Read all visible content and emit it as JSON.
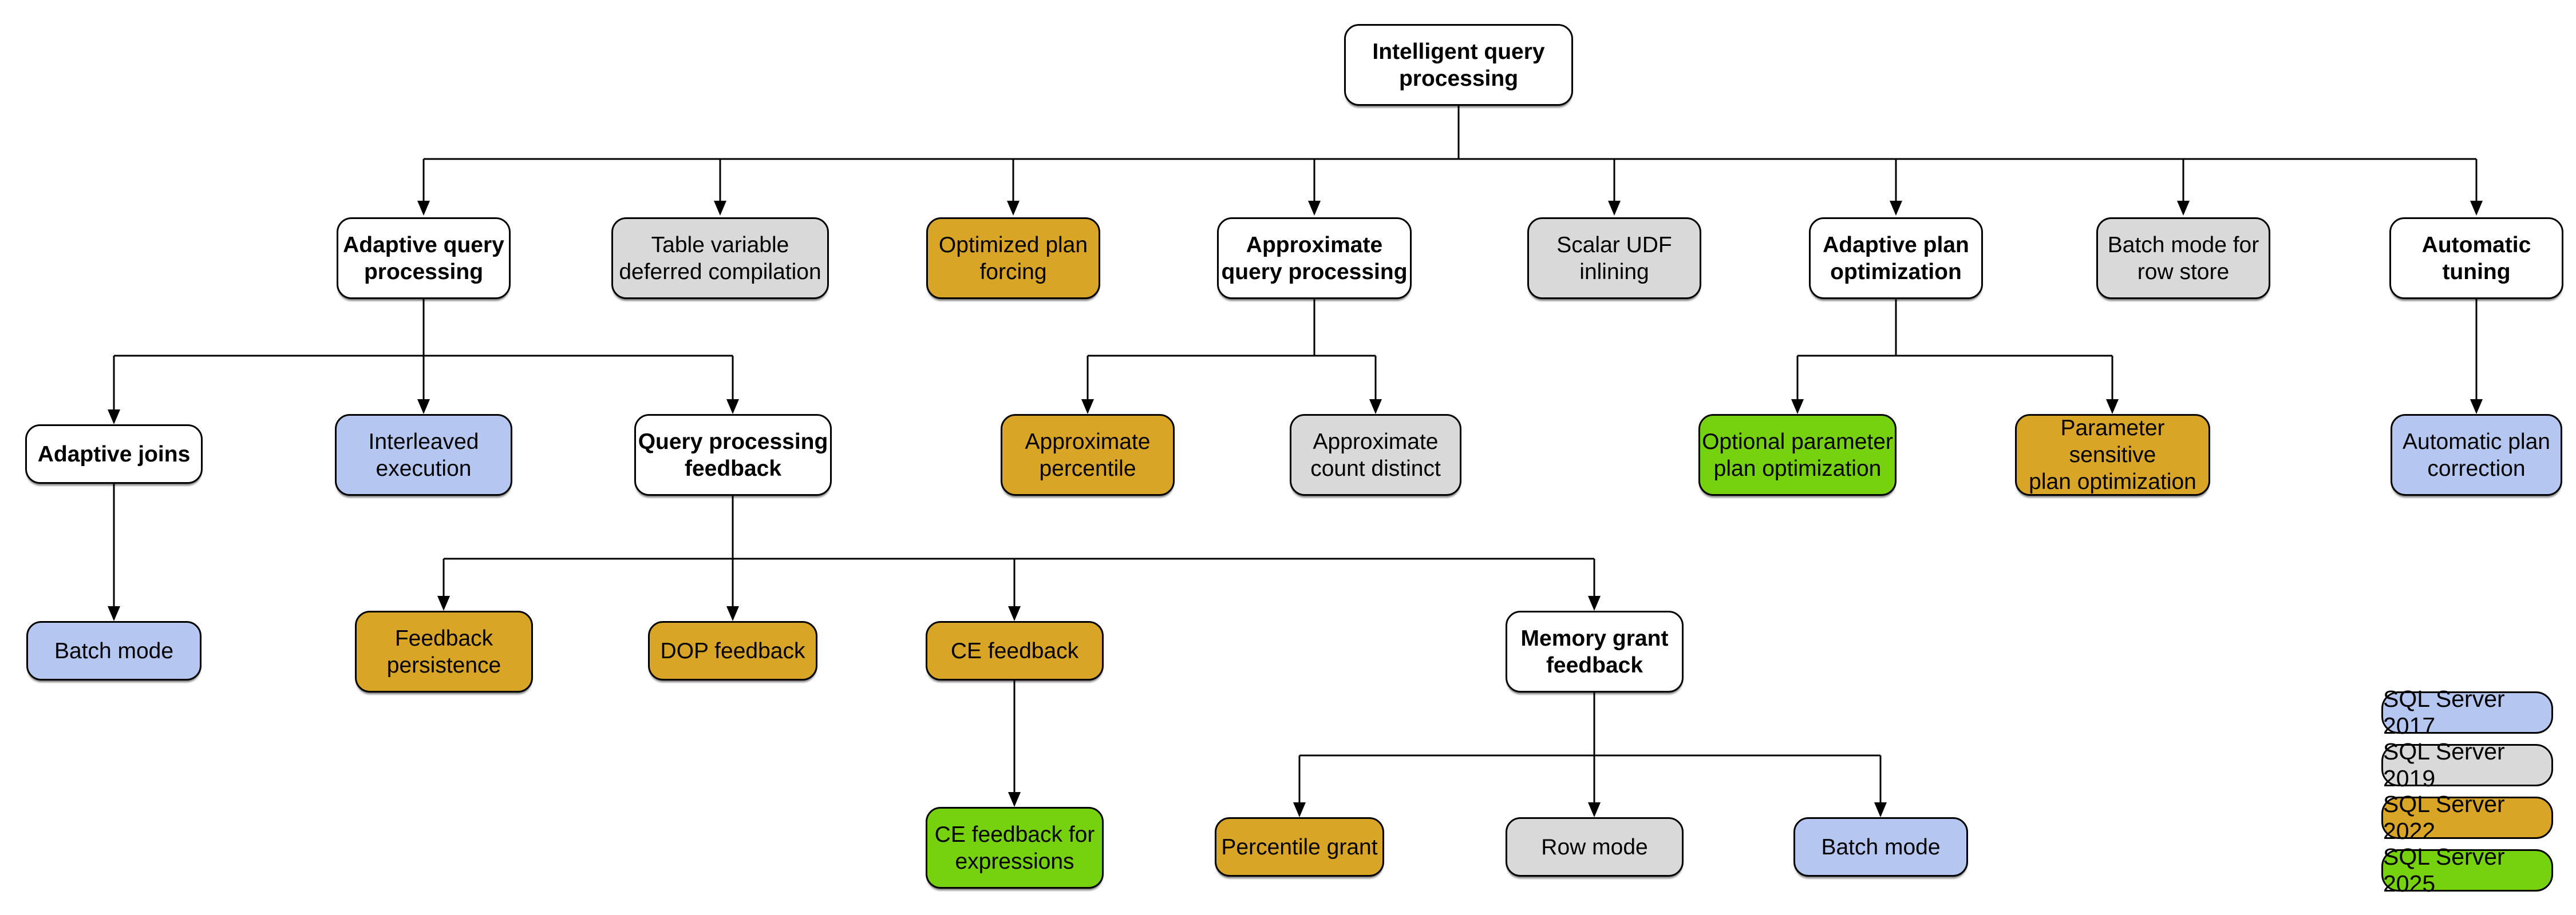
{
  "palette": {
    "node_border": "#000000",
    "branch_white": "#ffffff",
    "sql2017_blue": "#b5c7f0",
    "sql2019_gray": "#d9d9d9",
    "sql2022_gold": "#d9a527",
    "sql2025_green": "#76d10e"
  },
  "nodes": {
    "root": {
      "label": "Intelligent query\nprocessing",
      "version": null
    },
    "adaptive_query_processing": {
      "label": "Adaptive query\nprocessing",
      "version": null
    },
    "table_variable_deferred_compilation": {
      "label": "Table variable\ndeferred compilation",
      "version": "2019"
    },
    "optimized_plan_forcing": {
      "label": "Optimized plan\nforcing",
      "version": "2022"
    },
    "approximate_query_processing": {
      "label": "Approximate\nquery processing",
      "version": null
    },
    "scalar_udf_inlining": {
      "label": "Scalar UDF\ninlining",
      "version": "2019"
    },
    "adaptive_plan_optimization": {
      "label": "Adaptive plan\noptimization",
      "version": null
    },
    "batch_mode_for_row_store": {
      "label": "Batch mode for\nrow store",
      "version": "2019"
    },
    "automatic_tuning": {
      "label": "Automatic\ntuning",
      "version": null
    },
    "adaptive_joins": {
      "label": "Adaptive joins",
      "version": null
    },
    "interleaved_execution": {
      "label": "Interleaved\nexecution",
      "version": "2017"
    },
    "query_processing_feedback": {
      "label": "Query processing\nfeedback",
      "version": null
    },
    "approximate_percentile": {
      "label": "Approximate\npercentile",
      "version": "2022"
    },
    "approximate_count_distinct": {
      "label": "Approximate\ncount distinct",
      "version": "2019"
    },
    "optional_parameter_plan_optimization": {
      "label": "Optional parameter\nplan optimization",
      "version": "2025"
    },
    "parameter_sensitive_plan_optimization": {
      "label": "Parameter sensitive\nplan optimization",
      "version": "2022"
    },
    "automatic_plan_correction": {
      "label": "Automatic plan\ncorrection",
      "version": "2017"
    },
    "batch_mode_adaptive_joins": {
      "label": "Batch mode",
      "version": "2017"
    },
    "feedback_persistence": {
      "label": "Feedback\npersistence",
      "version": "2022"
    },
    "dop_feedback": {
      "label": "DOP feedback",
      "version": "2022"
    },
    "ce_feedback": {
      "label": "CE feedback",
      "version": "2022"
    },
    "memory_grant_feedback": {
      "label": "Memory grant\nfeedback",
      "version": null
    },
    "ce_feedback_for_expressions": {
      "label": "CE feedback for\nexpressions",
      "version": "2025"
    },
    "percentile_grant": {
      "label": "Percentile grant",
      "version": "2022"
    },
    "row_mode": {
      "label": "Row mode",
      "version": "2019"
    },
    "batch_mode_memory_grant": {
      "label": "Batch mode",
      "version": "2017"
    }
  },
  "legend": {
    "items": [
      {
        "label": "SQL Server 2017",
        "color": "#b5c7f0"
      },
      {
        "label": "SQL Server 2019",
        "color": "#d9d9d9"
      },
      {
        "label": "SQL Server 2022",
        "color": "#d9a527"
      },
      {
        "label": "SQL Server 2025",
        "color": "#76d10e"
      }
    ]
  }
}
